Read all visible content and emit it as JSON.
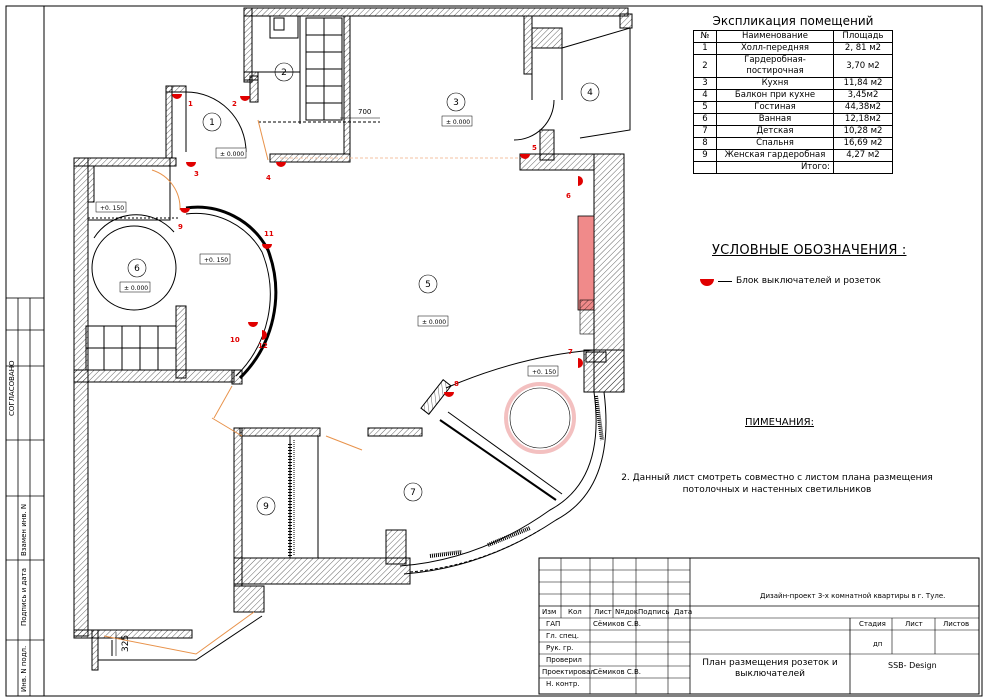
{
  "rooms": {
    "labels": [
      "1",
      "2",
      "3",
      "4",
      "5",
      "6",
      "7",
      "9"
    ],
    "level_marks": {
      "r1": "± 0.000",
      "r3": "± 0.000",
      "r5": "± 0.000",
      "r6": "± 0.000",
      "step1": "+0. 150",
      "step2": "+0. 150",
      "step3": "+0. 150"
    },
    "dimension_700": "700",
    "dimension_325": "325"
  },
  "outlets": [
    "1",
    "2",
    "3",
    "4",
    "5",
    "6",
    "7",
    "8",
    "9",
    "10",
    "11",
    "12"
  ],
  "explication": {
    "title": "Экспликация помещений",
    "headers": [
      "№",
      "Наименование",
      "Площадь"
    ],
    "rows": [
      {
        "num": "1",
        "name": "Холл-передняя",
        "area": "2, 81 м2"
      },
      {
        "num": "2",
        "name": "Гардеробная-постирочная",
        "area": "3,70 м2"
      },
      {
        "num": "3",
        "name": "Кухня",
        "area": "11,84 м2"
      },
      {
        "num": "4",
        "name": "Балкон при кухне",
        "area": "3,45м2"
      },
      {
        "num": "5",
        "name": "Гостиная",
        "area": "44,38м2"
      },
      {
        "num": "6",
        "name": "Ванная",
        "area": "12,18м2"
      },
      {
        "num": "7",
        "name": "Детская",
        "area": "10,28 м2"
      },
      {
        "num": "8",
        "name": "Спальня",
        "area": "16,69 м2"
      },
      {
        "num": "9",
        "name": "Женская гардеробная",
        "area": "4,27 м2"
      }
    ],
    "total_label": "Итого:"
  },
  "legend": {
    "title": "УСЛОВНЫЕ ОБОЗНАЧЕНИЯ :",
    "item": "Блок выключателей и розеток"
  },
  "notes": {
    "title": "ПИМЕЧАНИЯ:",
    "text": "2. Данный лист смотреть совместно с листом плана размещения потолочных и настенных светильников"
  },
  "side_labels": {
    "agreed": "СОГЛАСОВАНО",
    "replaced": "Взамен инв. N",
    "sign_date": "Подпись и дата",
    "inv": "Инв. N подл."
  },
  "stamp": {
    "project": "Дизайн-проект 3-х комнатной квартиры в г. Туле.",
    "col_headers": [
      "Изм",
      "Кол",
      "Лист",
      "N¤док",
      "Подпись",
      "Дата"
    ],
    "roles": [
      "ГАП",
      "Гл. спец.",
      "Рук. гр.",
      "Проверил",
      "Проектировал",
      "Н. контр."
    ],
    "gap_name": "Сёмиков С.В.",
    "designer_name": "Сёмиков С.В.",
    "sheet_title": "План размещения розеток и выключателей",
    "stage_header": "Стадия",
    "sheet_header": "Лист",
    "sheets_header": "Листов",
    "stage_value": "дп",
    "company": "SSB- Design"
  },
  "colors": {
    "outlet": "#e00000",
    "tile": "#f08a8a",
    "door": "#e8924a",
    "line": "#000000"
  }
}
